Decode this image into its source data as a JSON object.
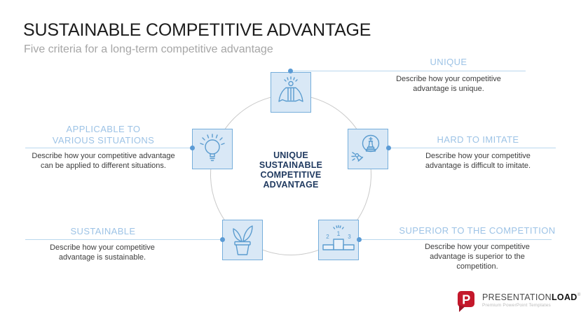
{
  "slide": {
    "title": "SUSTAINABLE COMPETITIVE ADVANTAGE",
    "subtitle": "Five criteria for a long-term competitive advantage"
  },
  "center_label": {
    "text": "UNIQUE SUSTAINABLE COMPETITIVE ADVANTAGE"
  },
  "criteria": [
    {
      "id": "unique",
      "label": "UNIQUE",
      "description": "Describe how your competitive advantage is unique.",
      "icon": "superhero-cape-icon"
    },
    {
      "id": "applicable-to-various-situations",
      "label": "APPLICABLE TO VARIOUS SITUATIONS",
      "description": "Describe how your competitive advantage can be applied to different situations.",
      "icon": "lightbulb-icon"
    },
    {
      "id": "hard-to-imitate",
      "label": "HARD TO IMITATE",
      "description": "Describe how your competitive advantage is difficult to imitate.",
      "icon": "chess-king-stamp-icon"
    },
    {
      "id": "sustainable",
      "label": "SUSTAINABLE",
      "description": "Describe how your competitive advantage is sustainable.",
      "icon": "potted-plant-icon"
    },
    {
      "id": "superior-to-the-competition",
      "label": "SUPERIOR TO THE COMPETITION",
      "description": "Describe how your competitive advantage is superior to the competition.",
      "icon": "winners-podium-icon"
    }
  ],
  "podium_numbers": {
    "first": "1",
    "second": "2",
    "third": "3"
  },
  "logo": {
    "brand_part1": "PRESENTATION",
    "brand_part2": "LOAD",
    "registered_mark": "®",
    "tagline": "Premium PowerPoint Templates"
  },
  "colors": {
    "accent_light_blue": "#9dc3e6",
    "box_fill": "#d9e8f6",
    "box_border": "#76aedb",
    "icon_stroke": "#5b9ccf",
    "connector_dot": "#5b9bd5",
    "connector_line": "#b9d7ee",
    "circle_gray": "#c9c9c9",
    "center_text_navy": "#203a60",
    "title_black": "#1c1c1c",
    "subtitle_gray": "#a6a6a6",
    "logo_red": "#c4182b"
  }
}
